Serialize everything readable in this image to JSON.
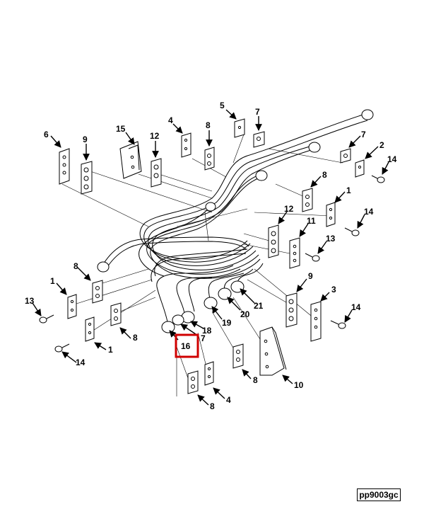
{
  "figure": {
    "id_label": "pp9003gc",
    "highlight_color": "#d00000",
    "line_color": "#000000"
  },
  "callouts": [
    {
      "key": "c6a",
      "text": "6"
    },
    {
      "key": "c9a",
      "text": "9"
    },
    {
      "key": "c15",
      "text": "15"
    },
    {
      "key": "c12a",
      "text": "12"
    },
    {
      "key": "c4a",
      "text": "4"
    },
    {
      "key": "c8a",
      "text": "8"
    },
    {
      "key": "c5",
      "text": "5"
    },
    {
      "key": "c7a",
      "text": "7"
    },
    {
      "key": "c7b",
      "text": "7"
    },
    {
      "key": "c2",
      "text": "2"
    },
    {
      "key": "c14a",
      "text": "14"
    },
    {
      "key": "c8b",
      "text": "8"
    },
    {
      "key": "c1a",
      "text": "1"
    },
    {
      "key": "c14b",
      "text": "14"
    },
    {
      "key": "c12b",
      "text": "12"
    },
    {
      "key": "c11",
      "text": "11"
    },
    {
      "key": "c13a",
      "text": "13"
    },
    {
      "key": "c8c",
      "text": "8"
    },
    {
      "key": "c1b",
      "text": "1"
    },
    {
      "key": "c9b",
      "text": "9"
    },
    {
      "key": "c3",
      "text": "3"
    },
    {
      "key": "c14c",
      "text": "14"
    },
    {
      "key": "c21",
      "text": "21"
    },
    {
      "key": "c20",
      "text": "20"
    },
    {
      "key": "c19",
      "text": "19"
    },
    {
      "key": "c18",
      "text": "18"
    },
    {
      "key": "c17",
      "text": "7"
    },
    {
      "key": "c16",
      "text": "16"
    },
    {
      "key": "c13b",
      "text": "13"
    },
    {
      "key": "c8d",
      "text": "8"
    },
    {
      "key": "c1c",
      "text": "1"
    },
    {
      "key": "c14d",
      "text": "14"
    },
    {
      "key": "c8e",
      "text": "8"
    },
    {
      "key": "c10",
      "text": "10"
    },
    {
      "key": "c4b",
      "text": "4"
    },
    {
      "key": "c8f",
      "text": "8"
    }
  ]
}
